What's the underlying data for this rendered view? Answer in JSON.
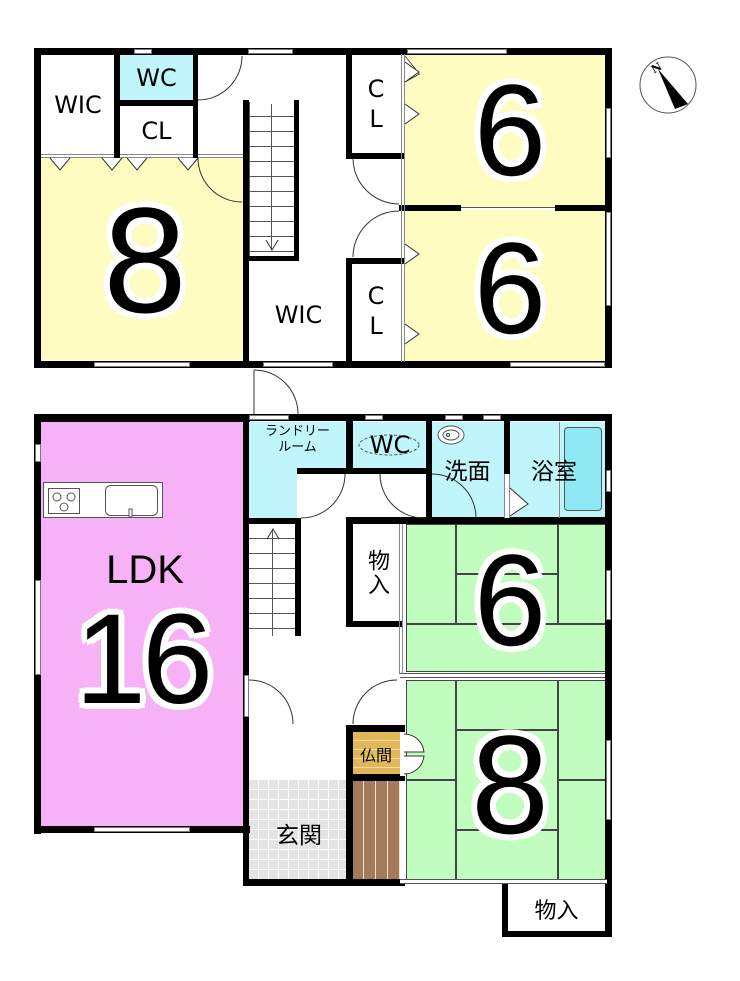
{
  "floor_plan": {
    "colors": {
      "western_room": "#fefcc0",
      "wet_area": "#bff5fb",
      "ldk": "#f7b1f6",
      "tatami": "#c2fdc0",
      "entrance": "#e4e4e4",
      "butsuma": "#e0b759",
      "tokonoma": "#a27c5a",
      "wall": "#000000"
    },
    "compass": {
      "label": "N",
      "icon": "north-arrow-icon"
    },
    "upper_floor": {
      "rooms": {
        "wic_left": "WIC",
        "wc": "WC",
        "cl_left": "CL",
        "western_8": "8",
        "wic_center": "WIC",
        "cl_top": "CL",
        "cl_bottom": "CL",
        "western_6_top": "6",
        "western_6_bottom": "6"
      }
    },
    "ground_floor": {
      "rooms": {
        "ldk_label": "LDK",
        "ldk_size": "16",
        "laundry": "ランドリー\nルーム",
        "laundry_line1": "ランドリー",
        "laundry_line2": "ルーム",
        "wc": "WC",
        "washroom": "洗面",
        "bathroom": "浴室",
        "storage_center": "物入",
        "japanese_6": "6",
        "butsuma": "仏間",
        "japanese_8": "8",
        "entrance": "玄関",
        "storage_bottom": "物入"
      }
    }
  }
}
